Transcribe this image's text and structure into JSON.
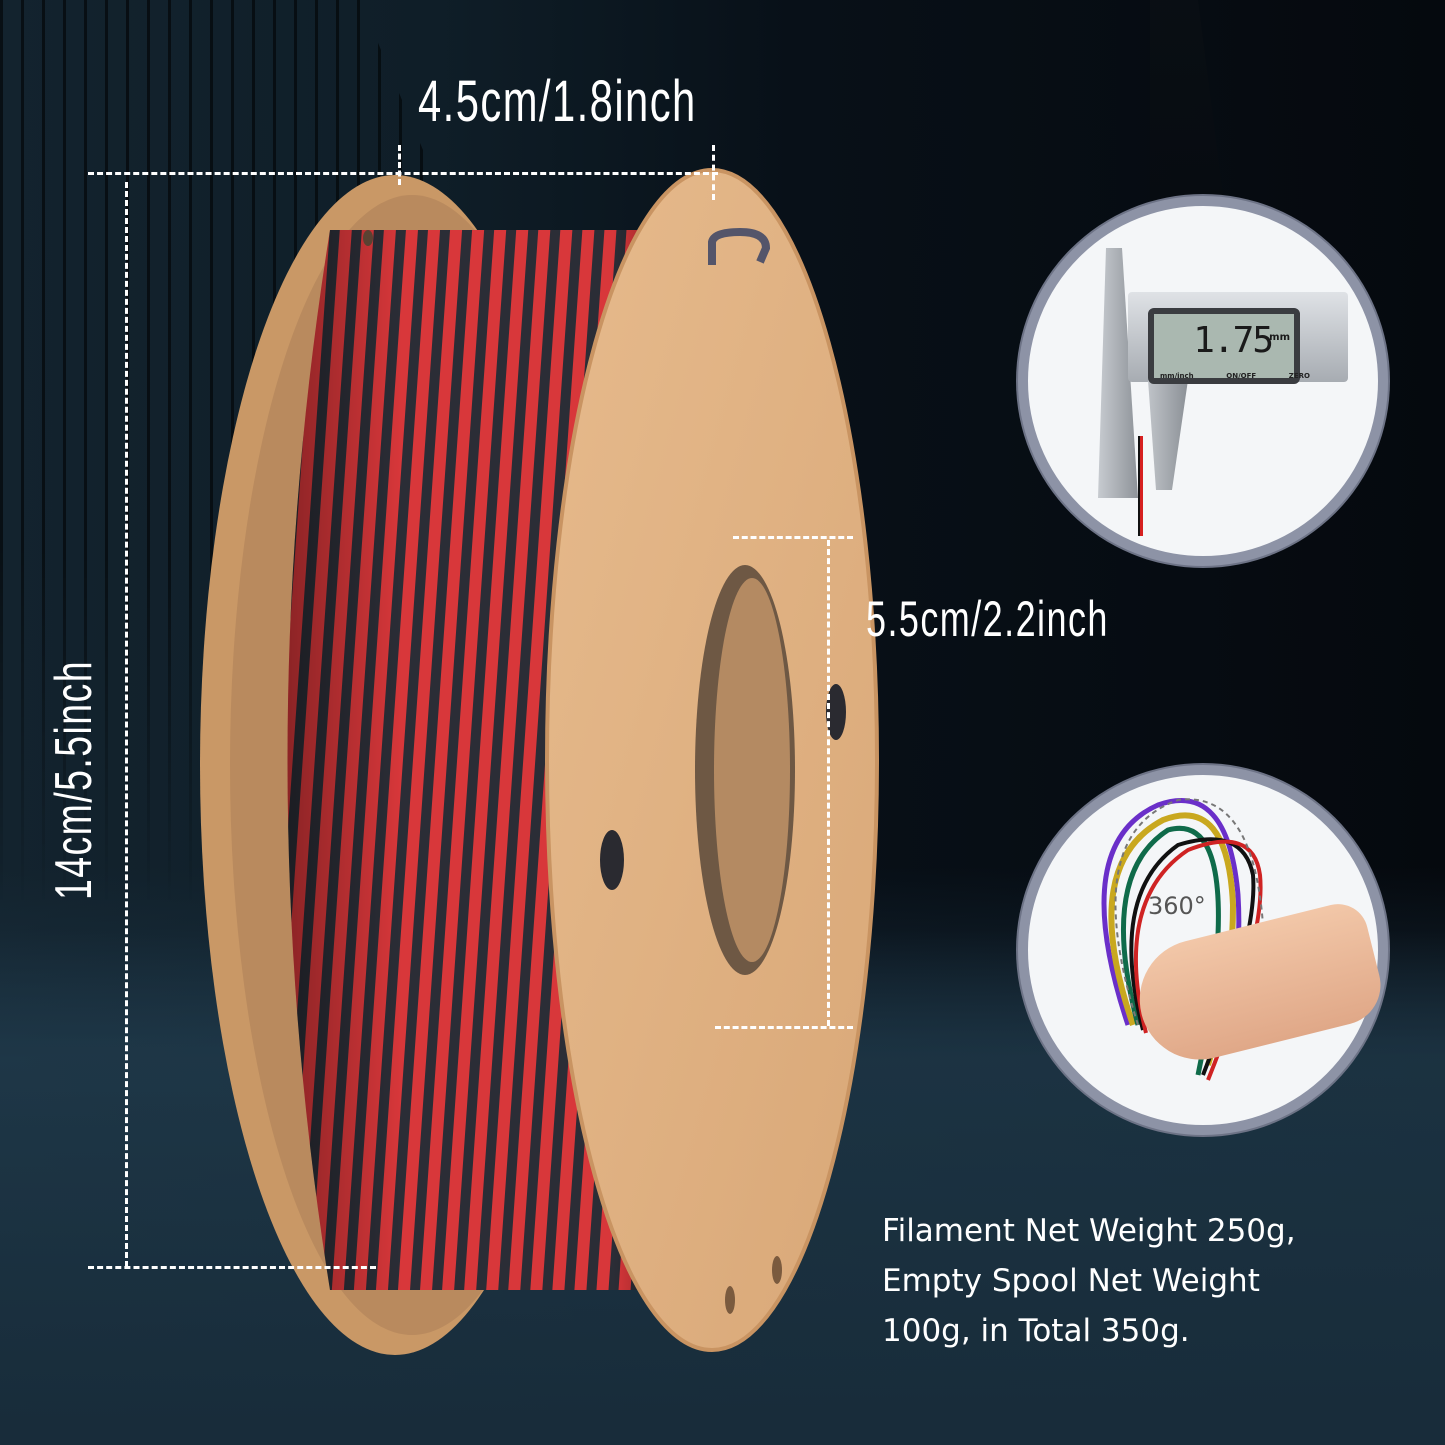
{
  "dimensions": {
    "width_label": "4.5cm/1.8inch",
    "height_label": "14cm/5.5inch",
    "hole_label": "5.5cm/2.2inch"
  },
  "inset_caliper": {
    "reading": "1.75",
    "unit": "mm",
    "buttons": [
      "mm/inch",
      "ON/OFF",
      "ZERO"
    ]
  },
  "inset_flex": {
    "angle_label": "360°",
    "filament_colors": [
      "#6a2fc9",
      "#c9a81f",
      "#0f6b4a",
      "#111111",
      "#cf2323"
    ]
  },
  "weight_info": {
    "lines": [
      "Filament Net Weight 250g,",
      "Empty Spool Net Weight",
      "100g, in Total 350g."
    ]
  },
  "colors": {
    "filament_primary": "#d8373a",
    "filament_secondary": "#2b2d36",
    "spool": "#deaf80",
    "background": "#0b141b",
    "inset_border": "#8d93a6"
  }
}
